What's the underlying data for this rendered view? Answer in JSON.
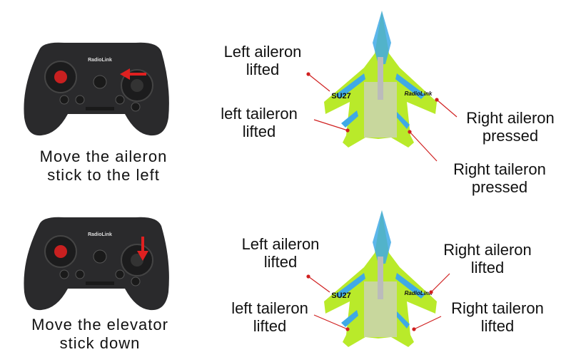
{
  "colors": {
    "plane_green": "#b9ea2a",
    "plane_blue": "#3fa9e6",
    "arrow_red": "#e02020",
    "controller": "#2a2a2c"
  },
  "controller_brand": "RadioLink",
  "plane_marks": {
    "model": "SU27",
    "brand": "RadioLink"
  },
  "panels": [
    {
      "caption": [
        "Move the aileron",
        "stick to the left"
      ],
      "labels": {
        "left_aileron": [
          "Left aileron",
          "lifted"
        ],
        "left_taileron": [
          "left taileron",
          "lifted"
        ],
        "right_aileron": [
          "Right aileron",
          "pressed"
        ],
        "right_taileron": [
          "Right taileron",
          "pressed"
        ]
      }
    },
    {
      "caption": [
        "Move the elevator",
        "stick down"
      ],
      "labels": {
        "left_aileron": [
          "Left aileron",
          "lifted"
        ],
        "left_taileron": [
          "left taileron",
          "lifted"
        ],
        "right_aileron": [
          "Right aileron",
          "lifted"
        ],
        "right_taileron": [
          "Right taileron",
          "lifted"
        ]
      }
    }
  ]
}
